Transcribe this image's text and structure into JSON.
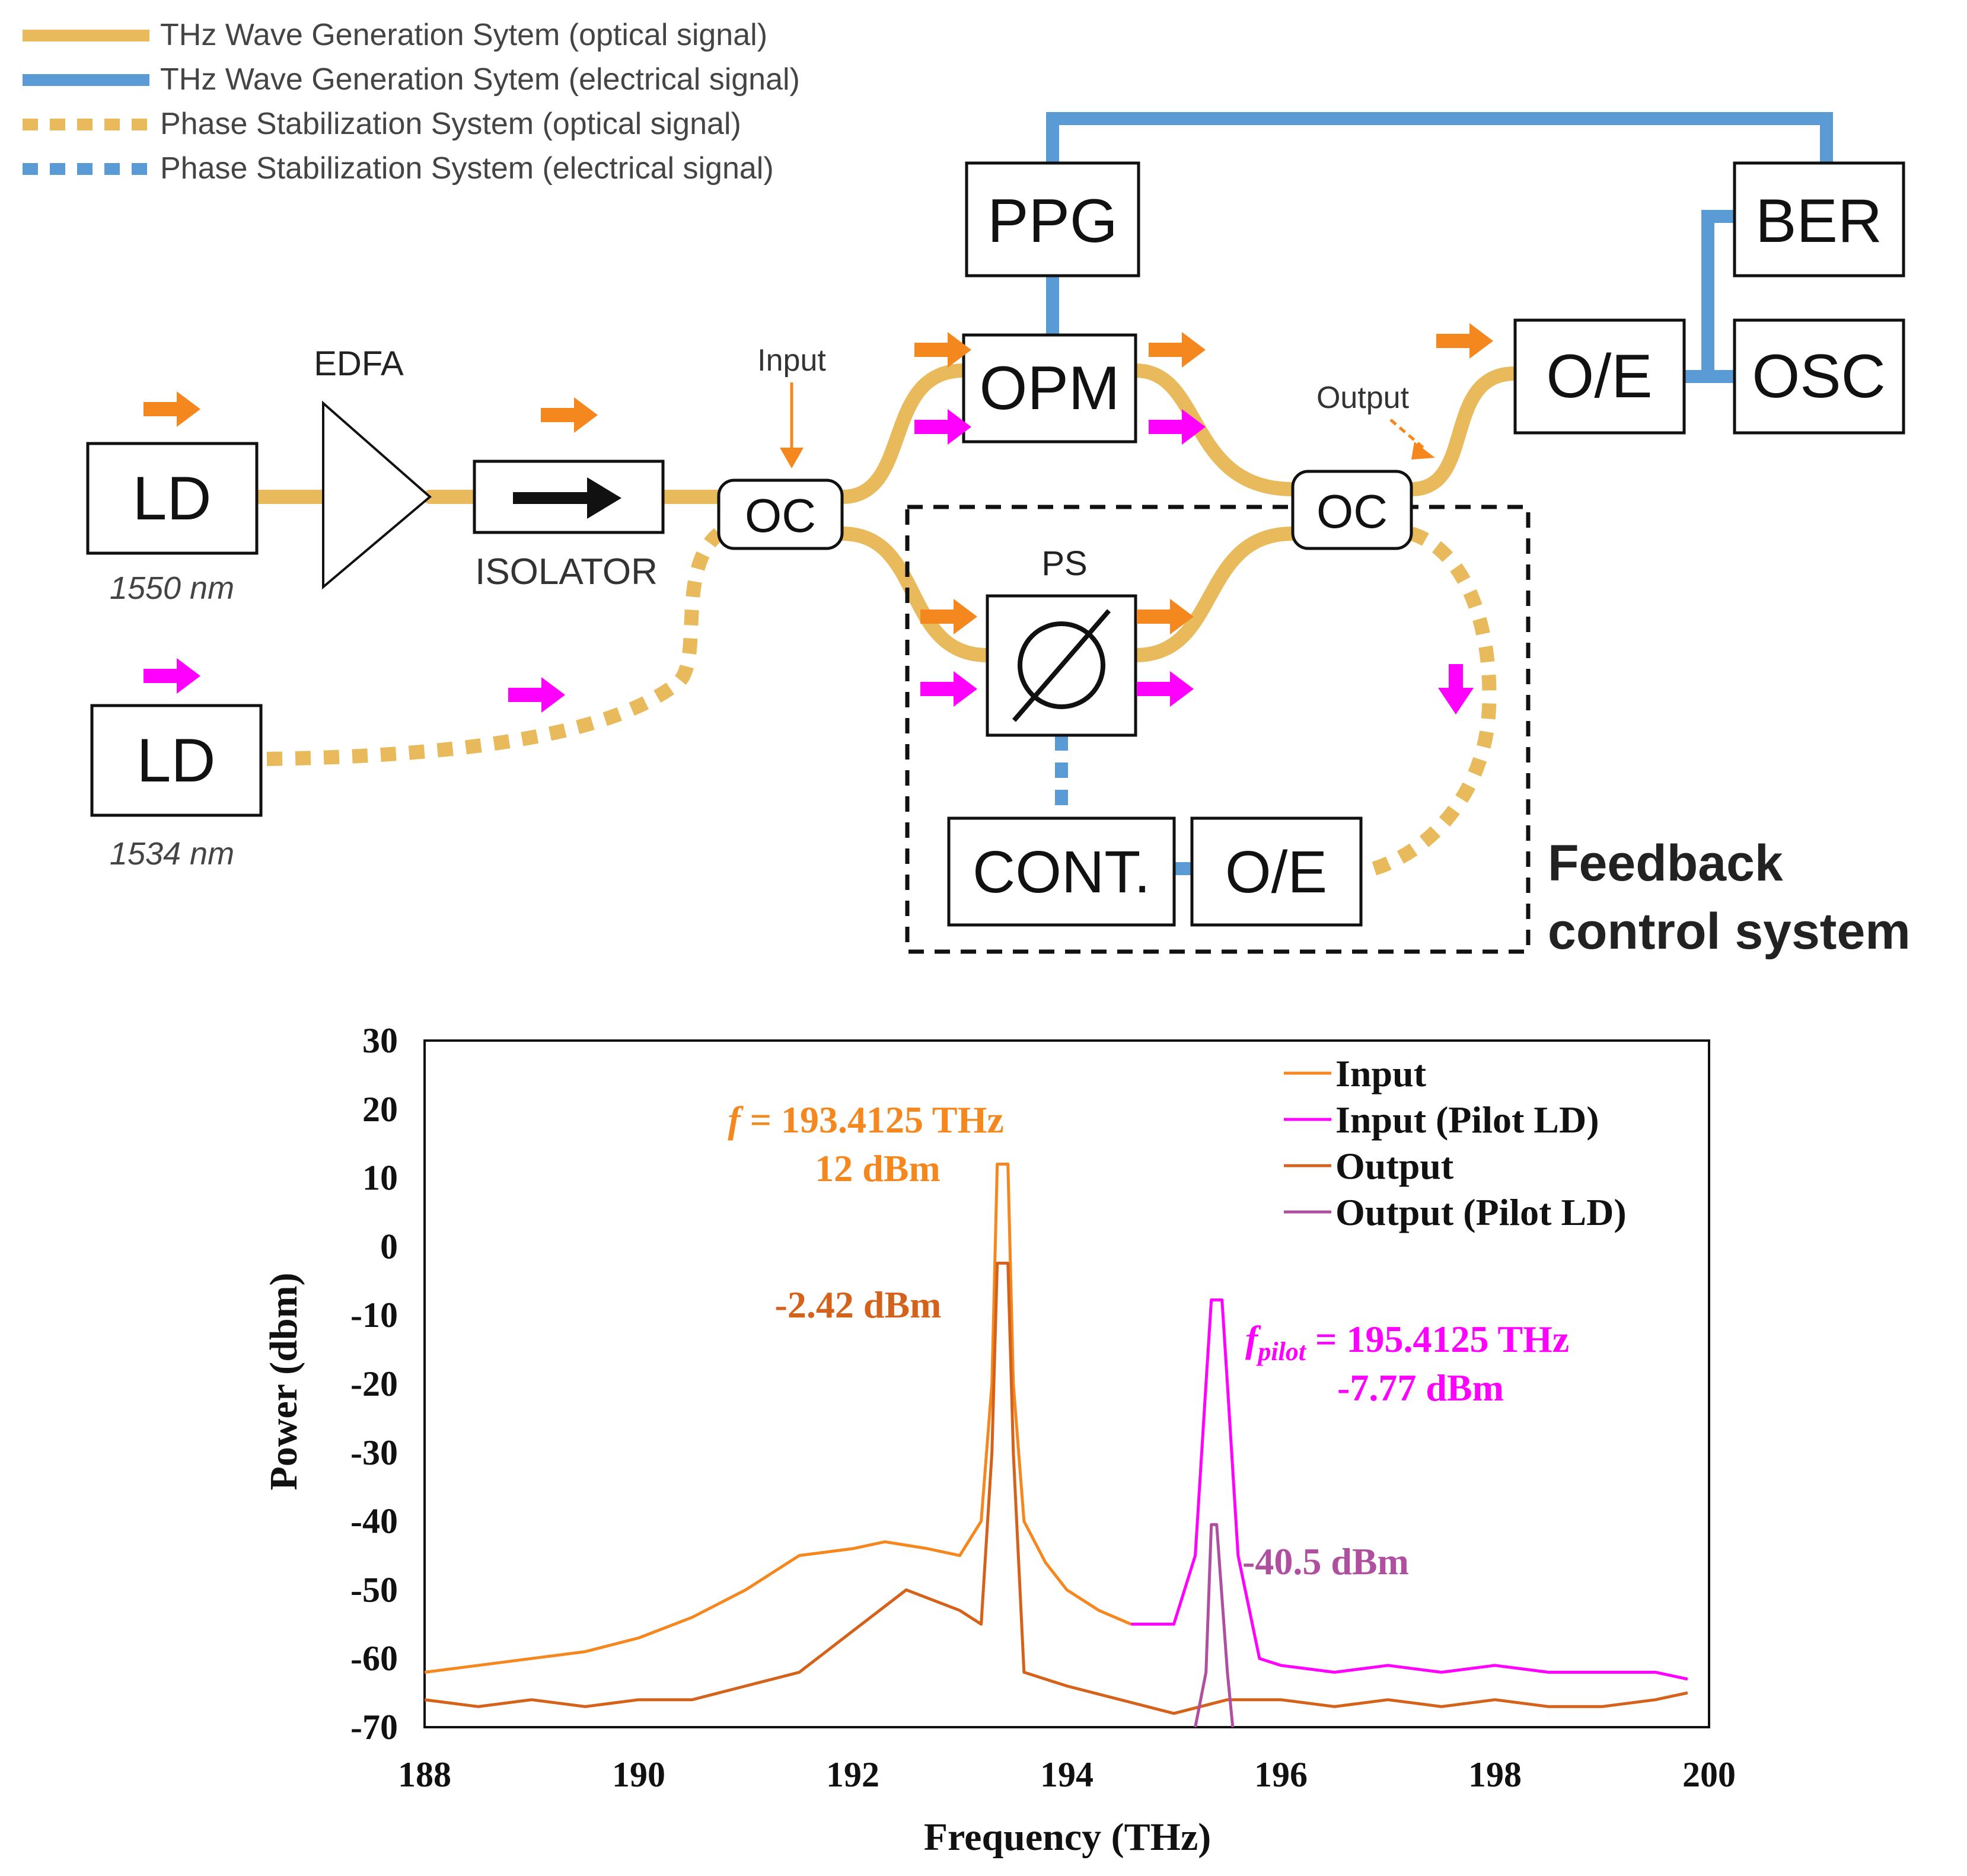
{
  "legend": {
    "items": [
      {
        "label": "THz Wave Generation Sytem (optical signal)",
        "style": "solid",
        "color": "#E8BA5C"
      },
      {
        "label": "THz Wave Generation Sytem (electrical signal)",
        "style": "solid",
        "color": "#5B9BD5"
      },
      {
        "label": "Phase Stabilization System (optical signal)",
        "style": "dotted",
        "color": "#E8BA5C"
      },
      {
        "label": "Phase Stabilization System (electrical signal)",
        "style": "dotted",
        "color": "#5B9BD5"
      }
    ]
  },
  "diagram": {
    "ld1": {
      "label": "LD",
      "wavelength": "1550 nm"
    },
    "ld2": {
      "label": "LD",
      "wavelength": "1534 nm"
    },
    "edfa": "EDFA",
    "isolator": "ISOLATOR",
    "oc_in": "OC",
    "oc_out": "OC",
    "input_label": "Input",
    "output_label": "Output",
    "opm": "OPM",
    "ppg": "PPG",
    "ps_label": "PS",
    "ps_symbol": "∅",
    "oe_main": "O/E",
    "ber": "BER",
    "osc": "OSC",
    "cont": "CONT.",
    "oe_feedback": "O/E",
    "feedback_line1": "Feedback",
    "feedback_line2": "control system",
    "colors": {
      "optical": "#E8BA5C",
      "electrical": "#5B9BD5",
      "arrow_orange": "#F5871F",
      "arrow_magenta": "#FF00FF"
    }
  },
  "chart_data": {
    "type": "line",
    "xlabel": "Frequency (THz)",
    "ylabel": "Power (dbm)",
    "xlim": [
      188,
      200
    ],
    "ylim": [
      -70,
      30
    ],
    "xticks": [
      188,
      190,
      192,
      194,
      196,
      198,
      200
    ],
    "yticks": [
      30,
      20,
      10,
      0,
      -10,
      -20,
      -30,
      -40,
      -50,
      -60,
      -70
    ],
    "legend_position": "top-right",
    "series": [
      {
        "name": "Input",
        "color": "#F5871F",
        "x": [
          188,
          188.5,
          189,
          189.5,
          190,
          190.5,
          191,
          191.5,
          192,
          192.3,
          192.7,
          193,
          193.2,
          193.3,
          193.35,
          193.45,
          193.5,
          193.6,
          193.8,
          194,
          194.3,
          194.6
        ],
        "y": [
          -62,
          -61,
          -60,
          -59,
          -57,
          -54,
          -50,
          -45,
          -44,
          -43,
          -44,
          -45,
          -40,
          -20,
          12,
          12,
          -20,
          -40,
          -46,
          -50,
          -53,
          -55
        ]
      },
      {
        "name": "Input (Pilot LD)",
        "color": "#FF00FF",
        "x": [
          194.6,
          195,
          195.2,
          195.3,
          195.35,
          195.45,
          195.5,
          195.6,
          195.8,
          196,
          196.5,
          197,
          197.5,
          198,
          198.5,
          199,
          199.5,
          199.8
        ],
        "y": [
          -55,
          -55,
          -45,
          -20,
          -7.77,
          -7.77,
          -20,
          -45,
          -60,
          -61,
          -62,
          -61,
          -62,
          -61,
          -62,
          -62,
          -62,
          -63
        ]
      },
      {
        "name": "Output",
        "color": "#D4621A",
        "x": [
          188,
          188.5,
          189,
          189.5,
          190,
          190.5,
          191,
          191.5,
          192,
          192.5,
          193,
          193.2,
          193.3,
          193.35,
          193.45,
          193.5,
          193.6,
          194,
          194.5,
          195,
          195.5,
          196,
          196.5,
          197,
          197.5,
          198,
          198.5,
          199,
          199.5,
          199.8
        ],
        "y": [
          -66,
          -67,
          -66,
          -67,
          -66,
          -66,
          -64,
          -62,
          -56,
          -50,
          -53,
          -55,
          -30,
          -2.42,
          -2.42,
          -30,
          -62,
          -64,
          -66,
          -68,
          -66,
          -66,
          -67,
          -66,
          -67,
          -66,
          -67,
          -67,
          -66,
          -65
        ]
      },
      {
        "name": "Output (Pilot LD)",
        "color": "#B04FA0",
        "x": [
          195.2,
          195.3,
          195.35,
          195.4,
          195.5,
          195.55
        ],
        "y": [
          -70,
          -62,
          -40.5,
          -40.5,
          -62,
          -70
        ]
      }
    ],
    "annotations": [
      {
        "prefix": "f",
        "text": " = 193.4125 THz",
        "color": "#F5871F"
      },
      {
        "text": "12 dBm",
        "color": "#F5871F"
      },
      {
        "text": "-2.42 dBm",
        "color": "#D4621A"
      },
      {
        "prefix": "f",
        "sub": "pilot",
        "text": " = 195.4125 THz",
        "color": "#FF00FF"
      },
      {
        "text": "-7.77 dBm",
        "color": "#FF00FF"
      },
      {
        "text": "-40.5 dBm",
        "color": "#B04FA0"
      }
    ]
  }
}
